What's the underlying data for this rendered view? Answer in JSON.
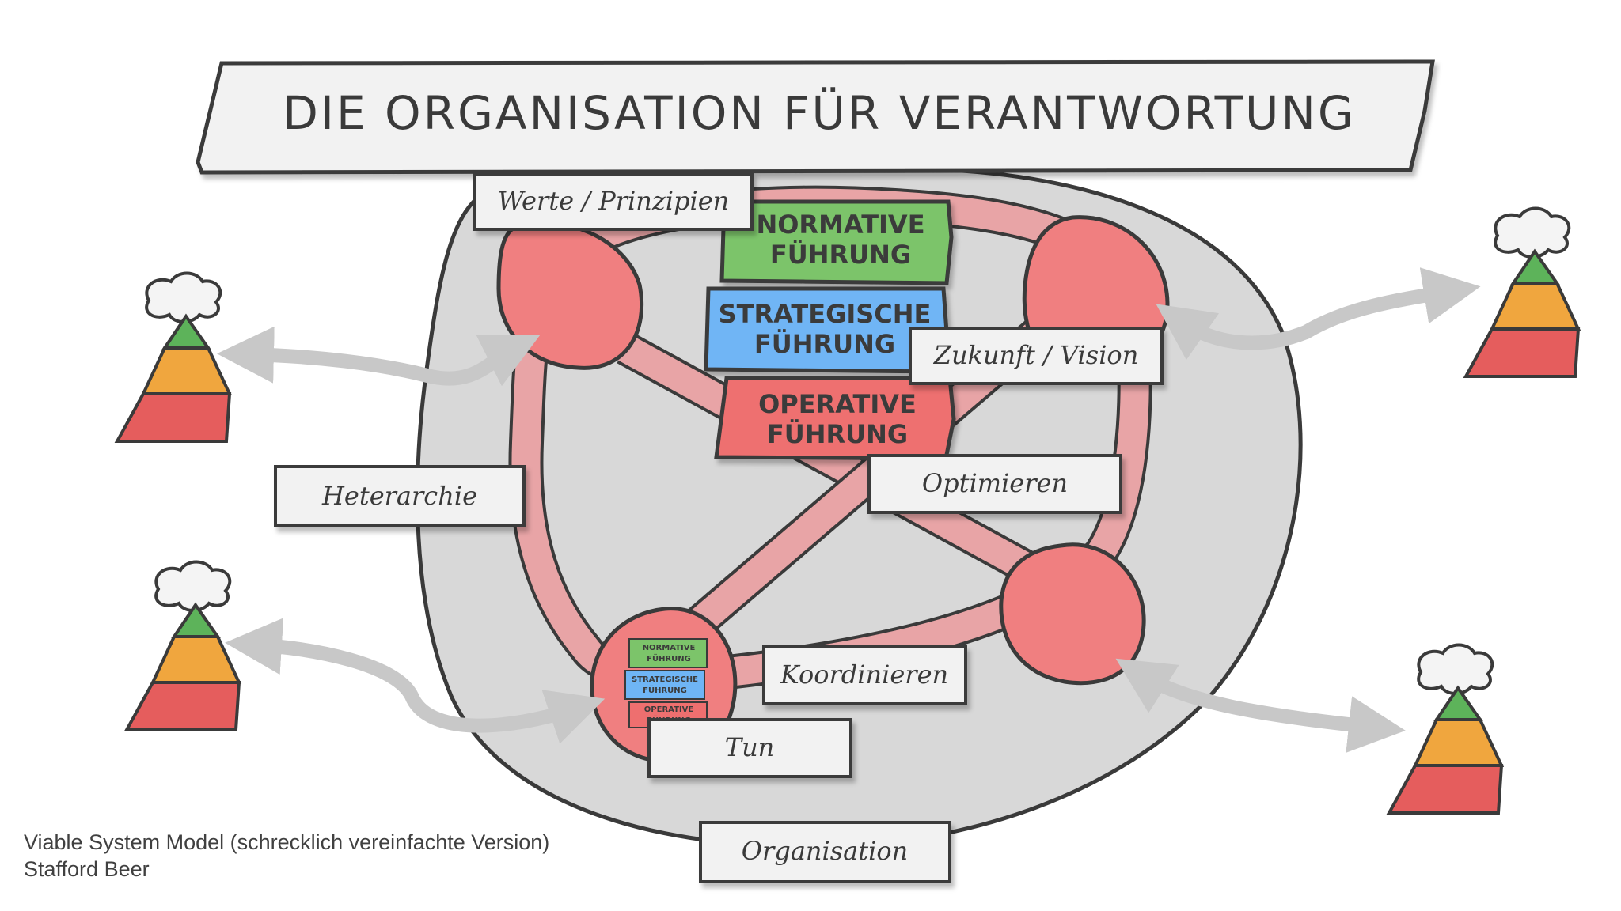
{
  "title": "DIE ORGANISATION FÜR VERANTWORTUNG",
  "labels": {
    "werte": "Werte / Prinzipien",
    "zukunft": "Zukunft / Vision",
    "heterarchie": "Heterarchie",
    "optimieren": "Optimieren",
    "koordinieren": "Koordinieren",
    "tun": "Tun",
    "organisation": "Organisation"
  },
  "stack": {
    "normative_1": "NORMATIVE",
    "normative_2": "FÜHRUNG",
    "strategische_1": "STRATEGISCHE",
    "strategische_2": "FÜHRUNG",
    "operative_1": "OPERATIVE",
    "operative_2": "FÜHRUNG"
  },
  "caption": {
    "line1": "Viable System Model (schrecklich vereinfachte Version)",
    "line2": "Stafford Beer"
  },
  "colors": {
    "normative": "#7cc46a",
    "strategische": "#6fb5f5",
    "operative": "#ee6f6f",
    "node": "#f07f80",
    "ring": "#e8a4a6",
    "organisation_blob": "#d9d9d9",
    "pyramid_green": "#5db35a",
    "pyramid_orange": "#f0a63e",
    "pyramid_red": "#e55d5d",
    "arrow_grey": "#c8c8c8"
  }
}
